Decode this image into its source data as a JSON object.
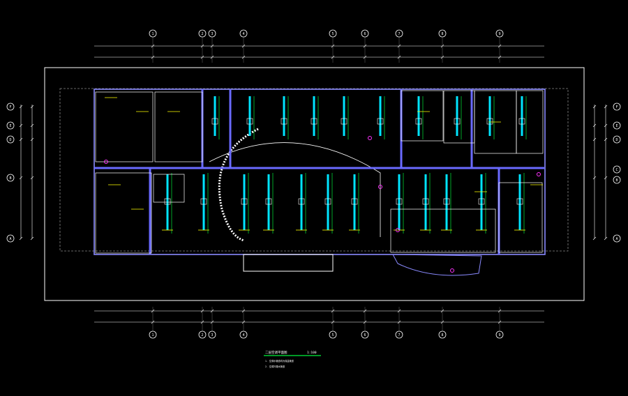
{
  "drawing": {
    "background": "#000000",
    "colors": {
      "wall": "#ffffff",
      "duct": "#6a6aff",
      "dim": "#ffffff",
      "annotation": "#ffff00",
      "pipe": "#00cc33",
      "equipment": "#00e5ff",
      "accent": "#ff33ff"
    },
    "axes_top": [
      "1",
      "2",
      "3",
      "4",
      "5",
      "6",
      "7",
      "8",
      "9"
    ],
    "axes_left": [
      "F",
      "E",
      "D",
      "B",
      "A"
    ],
    "axes_right": [
      "F",
      "E",
      "D",
      "C",
      "B",
      "A"
    ],
    "title_block": {
      "title": "二层空调平面图",
      "scale": "1:100",
      "notes": [
        "1. 空调水管道均为保温管道",
        "2. 空调冷凝水管道"
      ]
    }
  }
}
